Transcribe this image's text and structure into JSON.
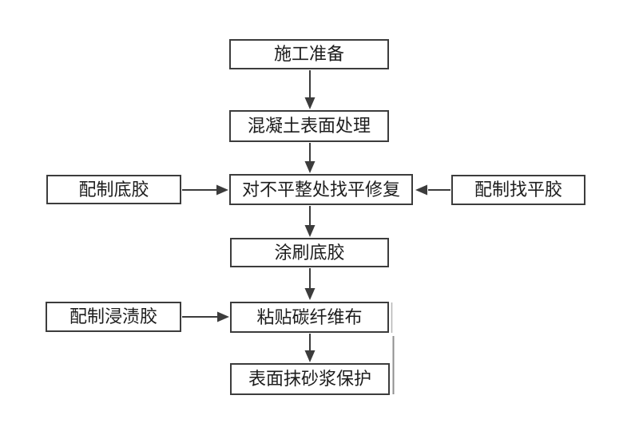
{
  "diagram": {
    "type": "flowchart",
    "colors": {
      "background": "#ffffff",
      "box_border": "#3c3c3c",
      "arrow": "#3c3c3c",
      "text": "#1d1d1d",
      "artifact_line": "#9a9a9a"
    },
    "nodes": {
      "prep": {
        "label": "施工准备"
      },
      "surface": {
        "label": "混凝土表面处理"
      },
      "leveling": {
        "label": "对不平整处找平修复"
      },
      "primer_mix": {
        "label": "配制底胶"
      },
      "leveling_mix": {
        "label": "配制找平胶"
      },
      "primer_apply": {
        "label": "涂刷底胶"
      },
      "impregnation_mix": {
        "label": "配制浸渍胶"
      },
      "cfrp": {
        "label": "粘贴碳纤维布"
      },
      "mortar": {
        "label": "表面抹砂浆保护"
      }
    },
    "edges": [
      {
        "from": "prep",
        "to": "surface",
        "direction": "down"
      },
      {
        "from": "surface",
        "to": "leveling",
        "direction": "down"
      },
      {
        "from": "primer_mix",
        "to": "leveling",
        "direction": "right"
      },
      {
        "from": "leveling_mix",
        "to": "leveling",
        "direction": "left"
      },
      {
        "from": "leveling",
        "to": "primer_apply",
        "direction": "down"
      },
      {
        "from": "primer_apply",
        "to": "cfrp",
        "direction": "down"
      },
      {
        "from": "impregnation_mix",
        "to": "cfrp",
        "direction": "right"
      },
      {
        "from": "cfrp",
        "to": "mortar",
        "direction": "down"
      }
    ]
  }
}
